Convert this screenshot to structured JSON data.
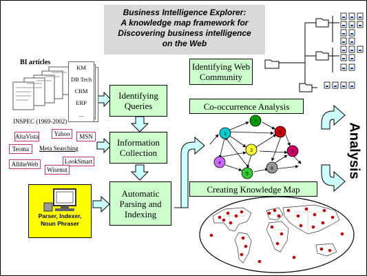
{
  "title": {
    "line1": "Business Intelligence Explorer:",
    "line2": "A knowledge map framework for",
    "line3": "Discovering business intelligence",
    "line4": "on the Web"
  },
  "sources": {
    "bi_articles_label": "BI articles",
    "inspec_label": "INSPEC (1969-2002)",
    "topics": [
      "KM",
      "DB Tech",
      "CRM",
      "ERP",
      "..."
    ]
  },
  "search_engines": [
    "AltaVista",
    "Yahoo",
    "MSN",
    "Teoma",
    "Meta Searching",
    "AlltheWeb",
    "LookSmart",
    "Wisenut"
  ],
  "tools_label": {
    "line1": "Parser, Indexer,",
    "line2": "Noun Phraser"
  },
  "steps": {
    "identifying_queries": {
      "line1": "Identifying",
      "line2": "Queries"
    },
    "information_collection": {
      "line1": "Information",
      "line2": "Collection"
    },
    "automatic_parsing": {
      "line1": "Automatic",
      "line2": "Parsing and",
      "line3": "Indexing"
    }
  },
  "analysis": {
    "web_community": {
      "line1": "Identifying Web",
      "line2": "Community"
    },
    "cooccurrence": "Co-occurrence Analysis",
    "knowledge_map": "Creating Knowledge Map",
    "side_label": "Analysis"
  },
  "network_nodes": [
    "1",
    "2",
    "3",
    "4",
    "5",
    "6",
    "7",
    "8"
  ],
  "colors": {
    "step_box_fill": "#ccffcc",
    "arrow_fill": "#ccffff",
    "title_bg": "#d9d9d9",
    "tool_box_fill": "#ffff00",
    "map_dot": "#cc0000"
  }
}
